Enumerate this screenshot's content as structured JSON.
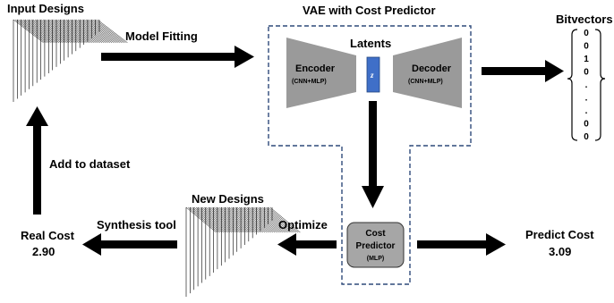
{
  "labels": {
    "input_designs": "Input Designs",
    "model_fitting": "Model Fitting",
    "vae_title": "VAE with Cost Predictor",
    "latents": "Latents",
    "z": "z",
    "encoder": "Encoder",
    "encoder_sub": "(CNN+MLP)",
    "decoder": "Decoder",
    "decoder_sub": "(CNN+MLP)",
    "bitvectors": "Bitvectors",
    "add_to_dataset": "Add to dataset",
    "new_designs": "New Designs",
    "synthesis_tool": "Synthesis tool",
    "optimize": "Optimize",
    "cost_predictor_line1": "Cost",
    "cost_predictor_line2": "Predictor",
    "cost_predictor_sub": "(MLP)",
    "real_cost": "Real Cost",
    "real_cost_value": "2.90",
    "predict_cost": "Predict Cost",
    "predict_cost_value": "3.09"
  },
  "bitvector_entries": [
    "0",
    "0",
    "1",
    "0",
    ".",
    ".",
    ".",
    "0",
    "0"
  ],
  "colors": {
    "encoder_fill": "#9a9a9a",
    "latent_fill": "#3f6fc8",
    "predictor_fill": "#a6a6a6",
    "dashed_border": "#2f4a7a"
  }
}
